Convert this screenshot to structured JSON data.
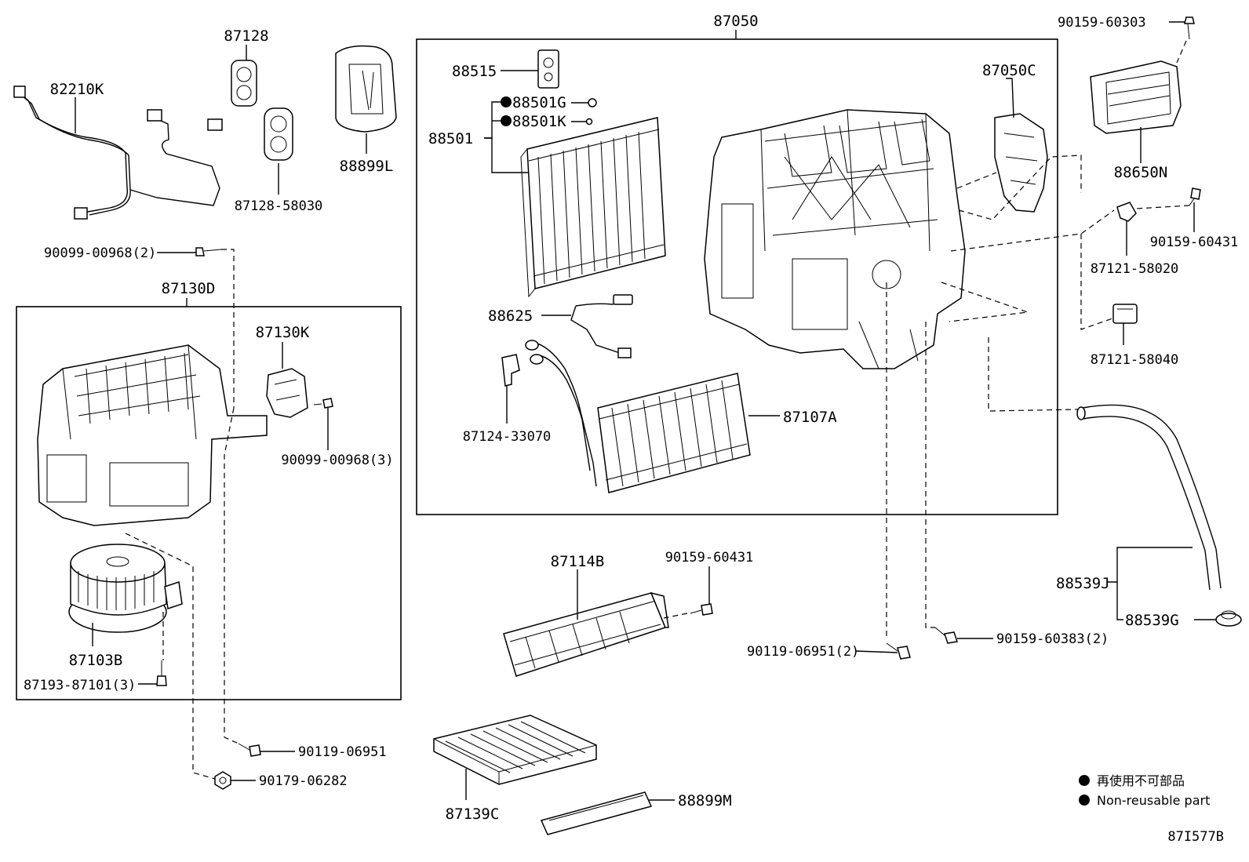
{
  "labels": {
    "p87050": "87050",
    "p87128": "87128",
    "p82210K": "82210K",
    "p87128_58030": "87128-58030",
    "p88899L": "88899L",
    "p88515": "88515",
    "p88501G": "88501G",
    "p88501K": "88501K",
    "p88501": "88501",
    "p87050C": "87050C",
    "p90159_60303": "90159-60303",
    "p88650N": "88650N",
    "p90159_60431_a": "90159-60431",
    "p87121_58020": "87121-58020",
    "p87121_58040": "87121-58040",
    "p90099_00968_2": "90099-00968(2)",
    "p87130D": "87130D",
    "p87130K": "87130K",
    "p90099_00968_3": "90099-00968(3)",
    "p88625": "88625",
    "p87124_33070": "87124-33070",
    "p87107A": "87107A",
    "p87114B": "87114B",
    "p90159_60431_b": "90159-60431",
    "p88539J": "88539J",
    "p88539G": "88539G",
    "p87103B": "87103B",
    "p87193_87101_3": "87193-87101(3)",
    "p90119_06951_2": "90119-06951(2)",
    "p90159_60383_2": "90159-60383(2)",
    "p90119_06951": "90119-06951",
    "p90179_06282": "90179-06282",
    "p87139C": "87139C",
    "p88899M": "88899M"
  },
  "legend": {
    "jp": "再使用不可部品",
    "en": "Non-reusable part"
  },
  "figure_code": "87I577B"
}
